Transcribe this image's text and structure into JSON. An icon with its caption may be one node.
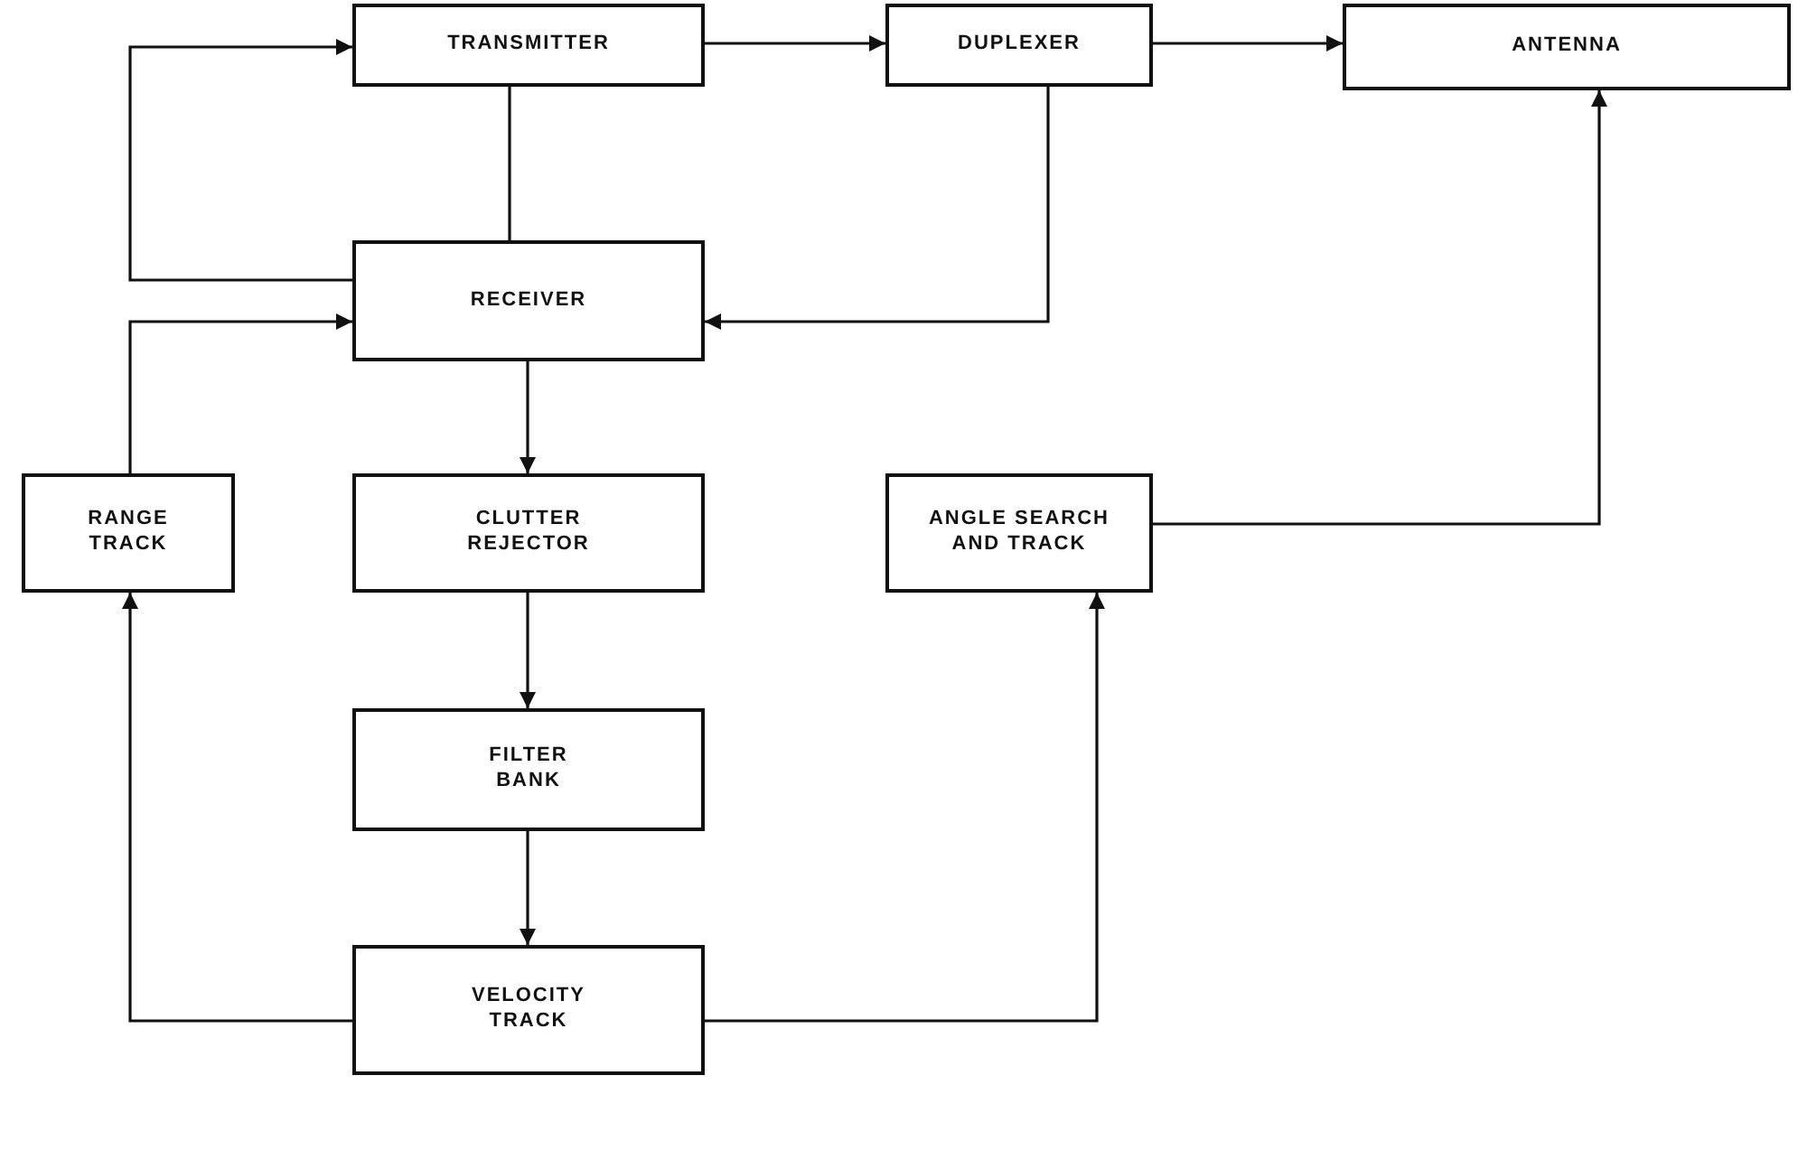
{
  "diagram": {
    "nodes": [
      {
        "text": [
          "TRANSMITTER"
        ]
      },
      {
        "text": [
          "DUPLEXER"
        ]
      },
      {
        "text": [
          "ANTENNA"
        ]
      },
      {
        "text": [
          "RECEIVER"
        ]
      },
      {
        "text": [
          "RANGE TRACK"
        ]
      },
      {
        "text": [
          "CLUTTER REJECTOR"
        ]
      },
      {
        "text": [
          "ANGLE SEARCH AND TRACK"
        ]
      },
      {
        "text": [
          "FILTER BANK"
        ]
      },
      {
        "text": [
          "VELOCITY TRACK"
        ]
      }
    ],
    "edges": [
      {
        "from": 3,
        "to": 0,
        "arrow": "to"
      },
      {
        "from": 0,
        "to": 1,
        "arrow": "to"
      },
      {
        "from": 1,
        "to": 2,
        "arrow": "to"
      },
      {
        "from": 0,
        "to": 3,
        "arrow": "none"
      },
      {
        "from": 1,
        "to": 3,
        "arrow": "to"
      },
      {
        "from": 4,
        "to": 3,
        "arrow": "to"
      },
      {
        "from": 3,
        "to": 5,
        "arrow": "to"
      },
      {
        "from": 5,
        "to": 7,
        "arrow": "to"
      },
      {
        "from": 7,
        "to": 8,
        "arrow": "to"
      },
      {
        "from": 8,
        "to": 4,
        "arrow": "to"
      },
      {
        "from": 8,
        "to": 6,
        "arrow": "to"
      },
      {
        "from": 6,
        "to": 2,
        "arrow": "to"
      }
    ]
  }
}
